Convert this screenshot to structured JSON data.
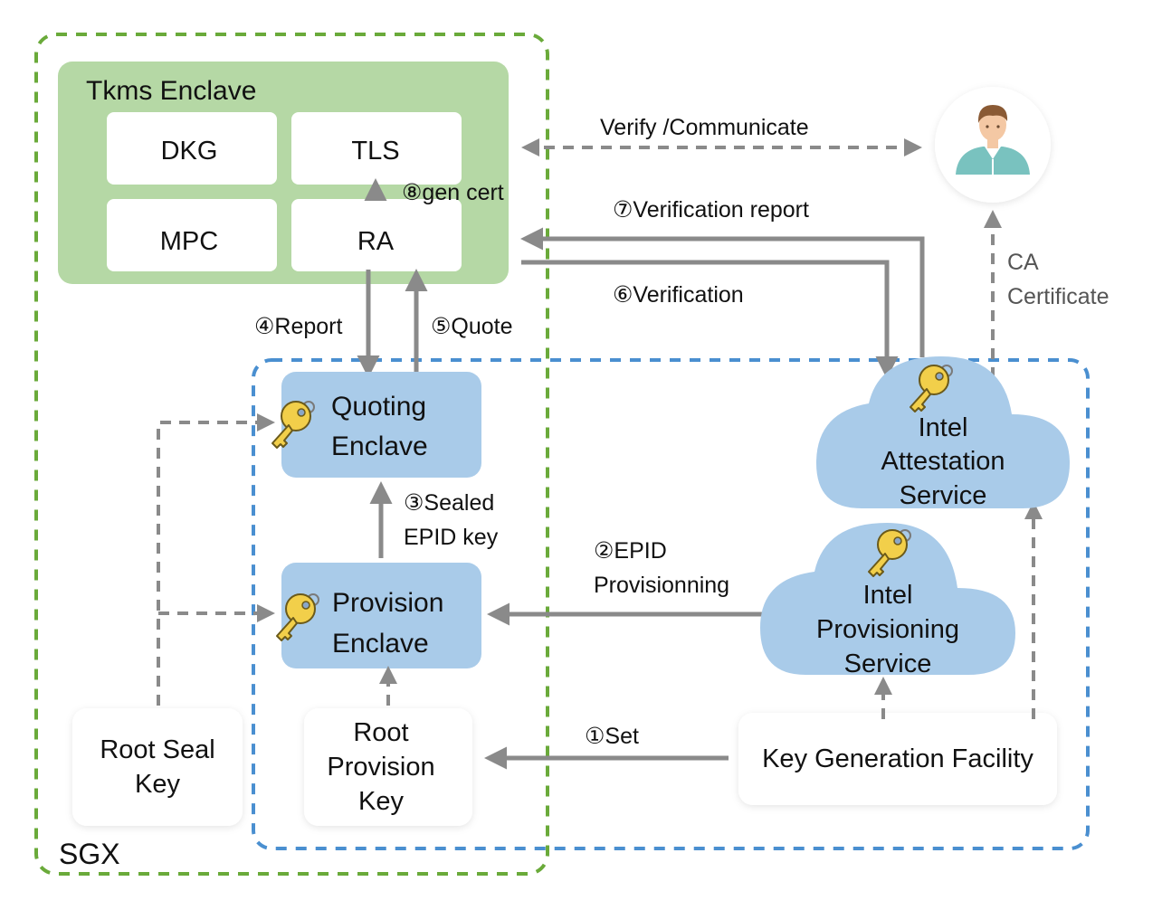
{
  "diagram": {
    "colors": {
      "sgx_border": "#6aaa3a",
      "tkms_fill": "#b5d8a5",
      "blue_border": "#4a8fd0",
      "enclave_fill": "#a9cbe9",
      "arrow": "#8a8a8a",
      "key": "#f2cf4a",
      "avatar_shirt": "#79c2bf"
    },
    "containers": {
      "sgx_label": "SGX",
      "tkms_title": "Tkms Enclave"
    },
    "tkms_modules": {
      "dkg": "DKG",
      "tls": "TLS",
      "mpc": "MPC",
      "ra": "RA"
    },
    "nodes": {
      "quoting_enclave": [
        "Quoting",
        "Enclave"
      ],
      "provision_enclave": [
        "Provision",
        "Enclave"
      ],
      "root_seal_key": [
        "Root Seal",
        "Key"
      ],
      "root_provision_key": [
        "Root",
        "Provision",
        "Key"
      ],
      "key_generation_facility": "Key Generation Facility",
      "intel_attestation_service": [
        "Intel",
        "Attestation",
        "Service"
      ],
      "intel_provisioning_service": [
        "Intel",
        "Provisioning",
        "Service"
      ],
      "user_icon": "user-avatar-icon"
    },
    "edges": {
      "step1": "①Set",
      "step2": [
        "②EPID",
        "Provisionning"
      ],
      "step3": [
        "③Sealed",
        "EPID key"
      ],
      "step4": "④Report",
      "step5": "⑤Quote",
      "step6": "⑥Verification",
      "step7": "⑦Verification report",
      "step8": "⑧gen cert",
      "verify": "Verify /Communicate",
      "ca_cert": [
        "CA",
        "Certificate"
      ]
    }
  }
}
